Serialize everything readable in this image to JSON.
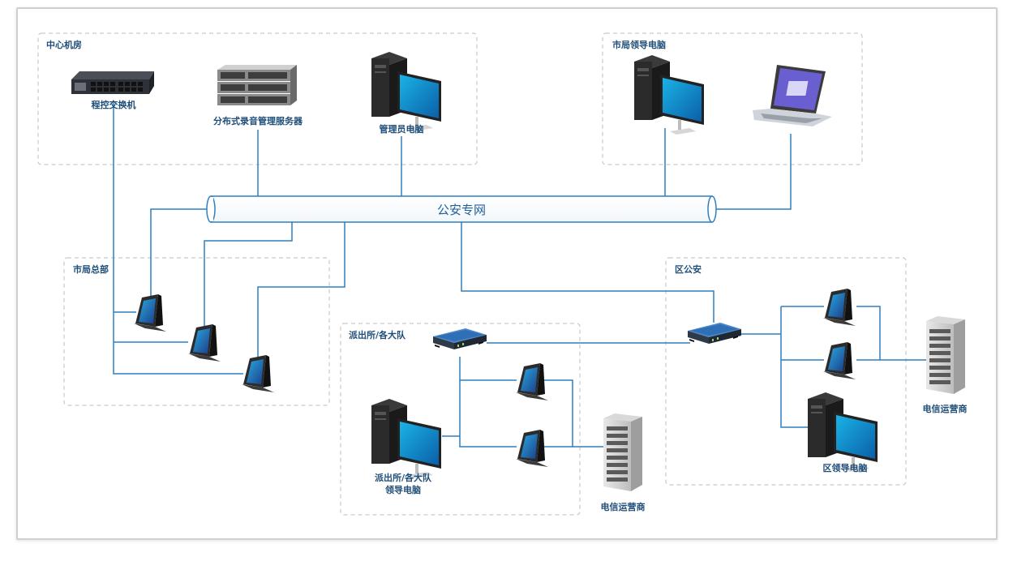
{
  "colors": {
    "line": "#2f7fc1",
    "zone_border": "#c9c9c9",
    "label": "#1f4e79"
  },
  "zones": {
    "center": "中心机房",
    "city_leader": "市局领导电脑",
    "city_hq": "市局总部",
    "district": "区公安",
    "police_station": "派出所/各大队"
  },
  "nodes": {
    "switch": "程控交换机",
    "recorder": "分布式录音管理服务器",
    "admin_pc": "管理员电脑",
    "station_pc_line1": "派出所/各大队",
    "station_pc_line2": "领导电脑",
    "telecom_station": "电信运营商",
    "telecom_district": "电信运营商",
    "district_pc": "区领导电脑"
  },
  "bus": {
    "label": "公安专网"
  },
  "icons": [
    "switch-icon",
    "server-rack-icon",
    "desktop-pc-icon",
    "laptop-icon",
    "ip-phone-icon",
    "gateway-icon",
    "telecom-cabinet-icon"
  ]
}
